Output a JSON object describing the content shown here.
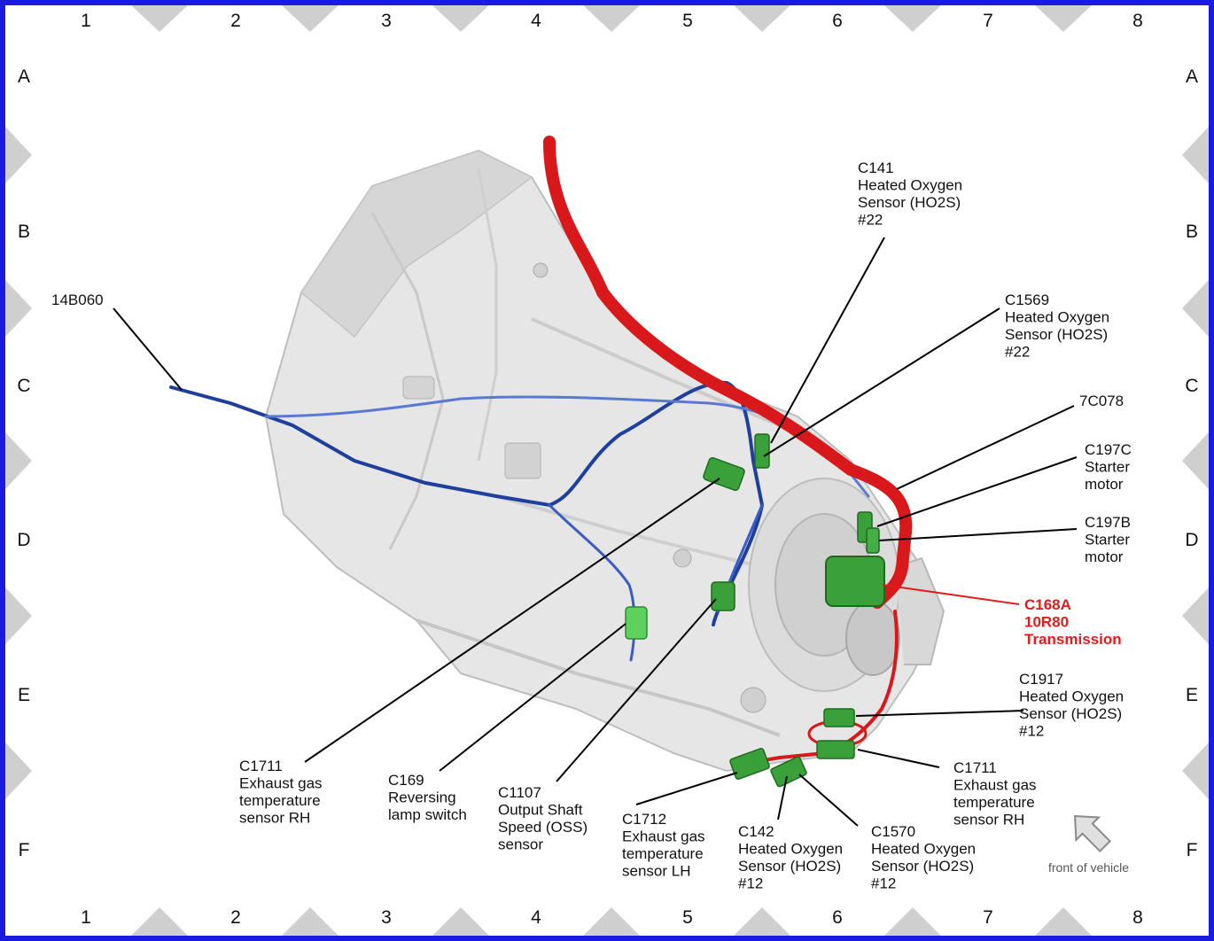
{
  "grid": {
    "columns": [
      "1",
      "2",
      "3",
      "4",
      "5",
      "6",
      "7",
      "8"
    ],
    "rows": [
      "A",
      "B",
      "C",
      "D",
      "E",
      "F"
    ]
  },
  "colors": {
    "frame": "#1a1ae0",
    "callout_highlight": "#e31b1b",
    "harness_main": "#d8181a",
    "harness_blue": "#1f3f9c",
    "connector_green": "#3aa13a",
    "housing": "#e4e4e4"
  },
  "callouts": {
    "harness_14b060": [
      "14B060"
    ],
    "c141": [
      "C141",
      "Heated Oxygen",
      "Sensor (HO2S)",
      "#22"
    ],
    "c1569": [
      "C1569",
      "Heated Oxygen",
      "Sensor (HO2S)",
      "#22"
    ],
    "harness_7c078": [
      "7C078"
    ],
    "c197c": [
      "C197C",
      "Starter",
      "motor"
    ],
    "c197b": [
      "C197B",
      "Starter",
      "motor"
    ],
    "c168a": [
      "C168A",
      "10R80",
      "Transmission"
    ],
    "c1917": [
      "C1917",
      "Heated Oxygen",
      "Sensor (HO2S)",
      "#12"
    ],
    "c1711_right": [
      "C1711",
      "Exhaust gas",
      "temperature",
      "sensor RH"
    ],
    "c1711_left": [
      "C1711",
      "Exhaust gas",
      "temperature",
      "sensor RH"
    ],
    "c169": [
      "C169",
      "Reversing",
      "lamp switch"
    ],
    "c1107": [
      "C1107",
      "Output Shaft",
      "Speed (OSS)",
      "sensor"
    ],
    "c1712": [
      "C1712",
      "Exhaust gas",
      "temperature",
      "sensor LH"
    ],
    "c142": [
      "C142",
      "Heated Oxygen",
      "Sensor (HO2S)",
      "#12"
    ],
    "c1570": [
      "C1570",
      "Heated Oxygen",
      "Sensor (HO2S)",
      "#12"
    ]
  },
  "orientation": {
    "label": "front of vehicle",
    "icon": "arrow-up-left-icon"
  }
}
